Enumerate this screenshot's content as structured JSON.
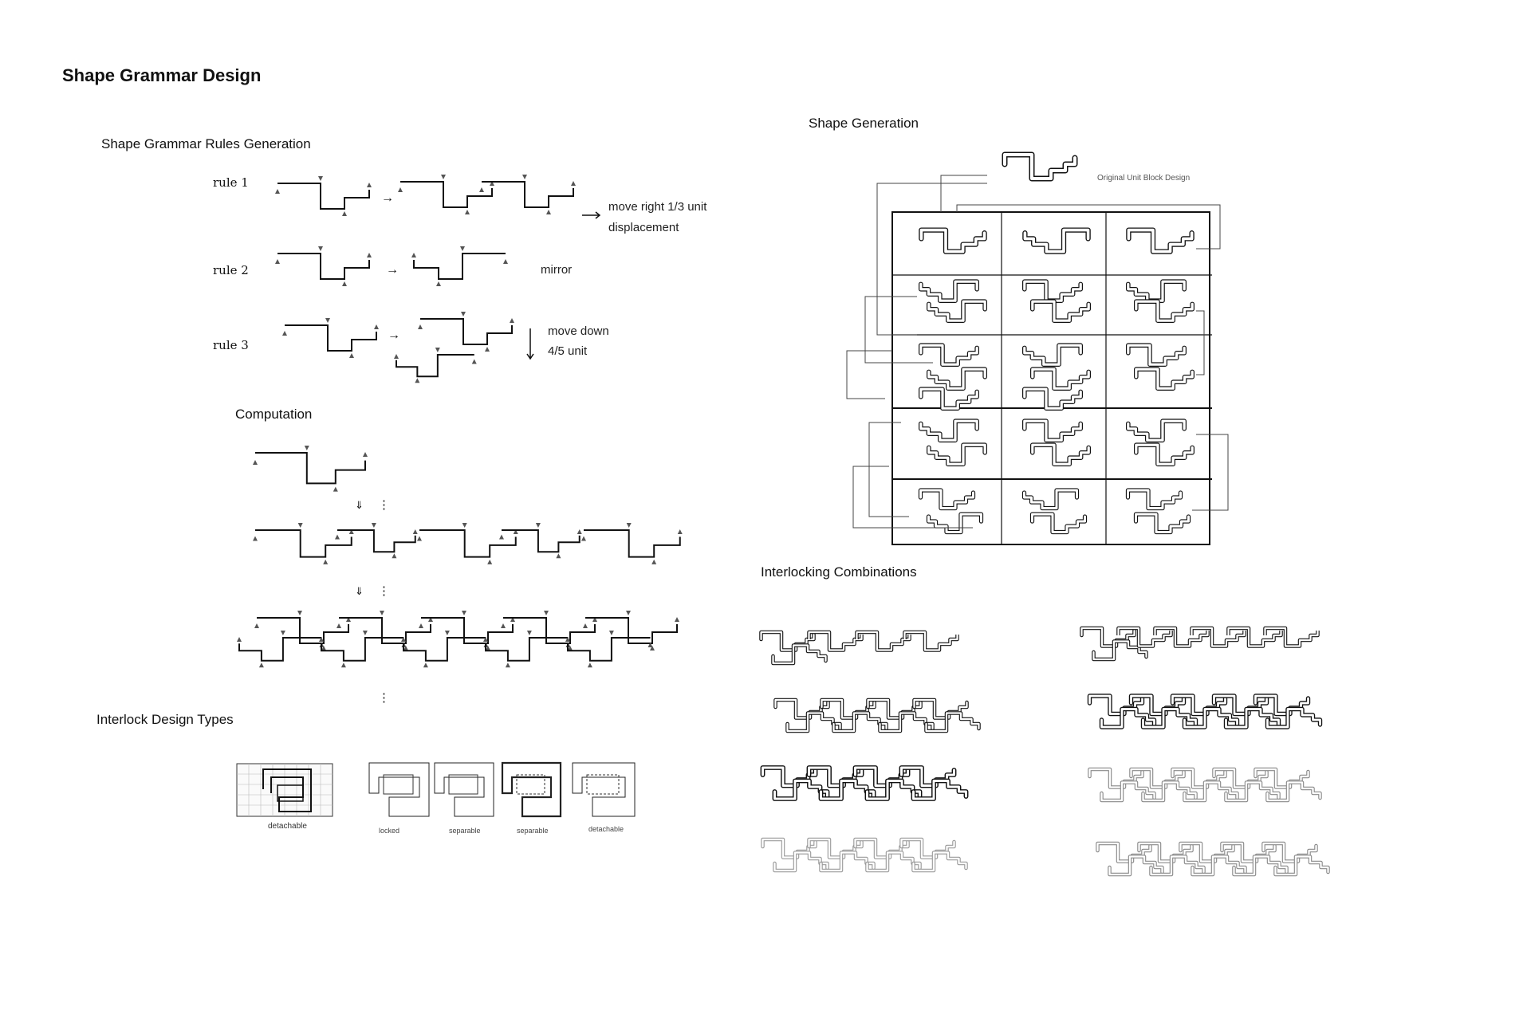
{
  "title": "Shape Grammar Design",
  "rules_section": {
    "heading": "Shape Grammar Rules Generation",
    "rules": [
      {
        "label": "rule 1",
        "note_lines": [
          "move right 1/3 unit",
          "displacement"
        ]
      },
      {
        "label": "rule 2",
        "note_lines": [
          "mirror"
        ]
      },
      {
        "label": "rule 3",
        "note_lines": [
          "move down",
          "4/5 unit"
        ]
      }
    ],
    "arrow_glyph": "→"
  },
  "computation": {
    "heading": "Computation",
    "step_glyph": "⇓",
    "continue_glyph": "⋮"
  },
  "interlock_types": {
    "heading": "Interlock Design Types",
    "types": [
      {
        "label": "detachable"
      },
      {
        "label": "locked"
      },
      {
        "label": "separable"
      },
      {
        "label": "separable"
      },
      {
        "label": "detachable"
      }
    ]
  },
  "shape_generation": {
    "heading": "Shape  Generation",
    "original_label": "Original  Unit Block Design",
    "grid_rows": 5,
    "grid_cols": 3
  },
  "interlocking": {
    "heading": "Interlocking Combinations",
    "count": 8
  }
}
